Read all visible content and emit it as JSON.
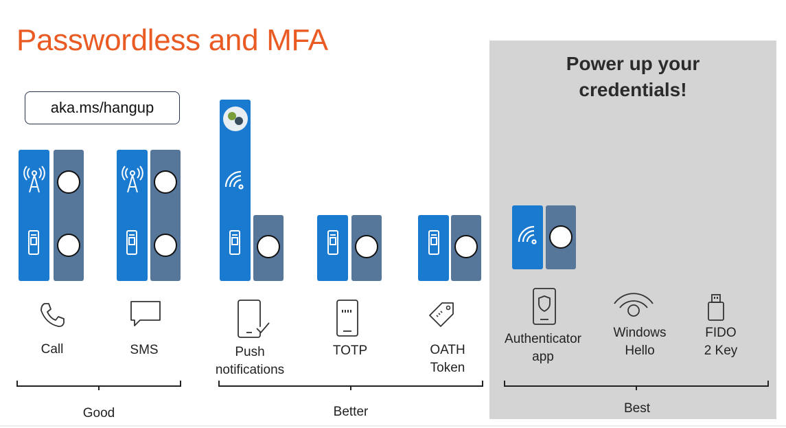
{
  "title": "Passwordless and MFA",
  "link": "aka.ms/hangup",
  "best_panel": {
    "heading_line1": "Power up your",
    "heading_line2": "credentials!"
  },
  "methods": [
    {
      "label": "Call",
      "icon": "phone-icon"
    },
    {
      "label": "SMS",
      "icon": "chat-bubble-icon"
    },
    {
      "label_line1": "Push",
      "label_line2": "notifications",
      "icon": "phone-check-icon"
    },
    {
      "label": "TOTP",
      "icon": "phone-code-icon"
    },
    {
      "label_line1": "OATH",
      "label_line2": "Token",
      "icon": "tag-icon"
    },
    {
      "label_line1": "Authenticator",
      "label_line2": "app",
      "icon": "phone-shield-icon"
    },
    {
      "label_line1": "Windows",
      "label_line2": "Hello",
      "icon": "wifi-face-icon"
    },
    {
      "label_line1": "FIDO",
      "label_line2": "2 Key",
      "icon": "usb-key-icon"
    }
  ],
  "groups": {
    "good": "Good",
    "better": "Better",
    "best": "Best"
  },
  "colors": {
    "title": "#ea5a23",
    "blue_bar": "#1a7ad0",
    "slate_bar": "#56769a",
    "panel": "#d4d4d4"
  }
}
